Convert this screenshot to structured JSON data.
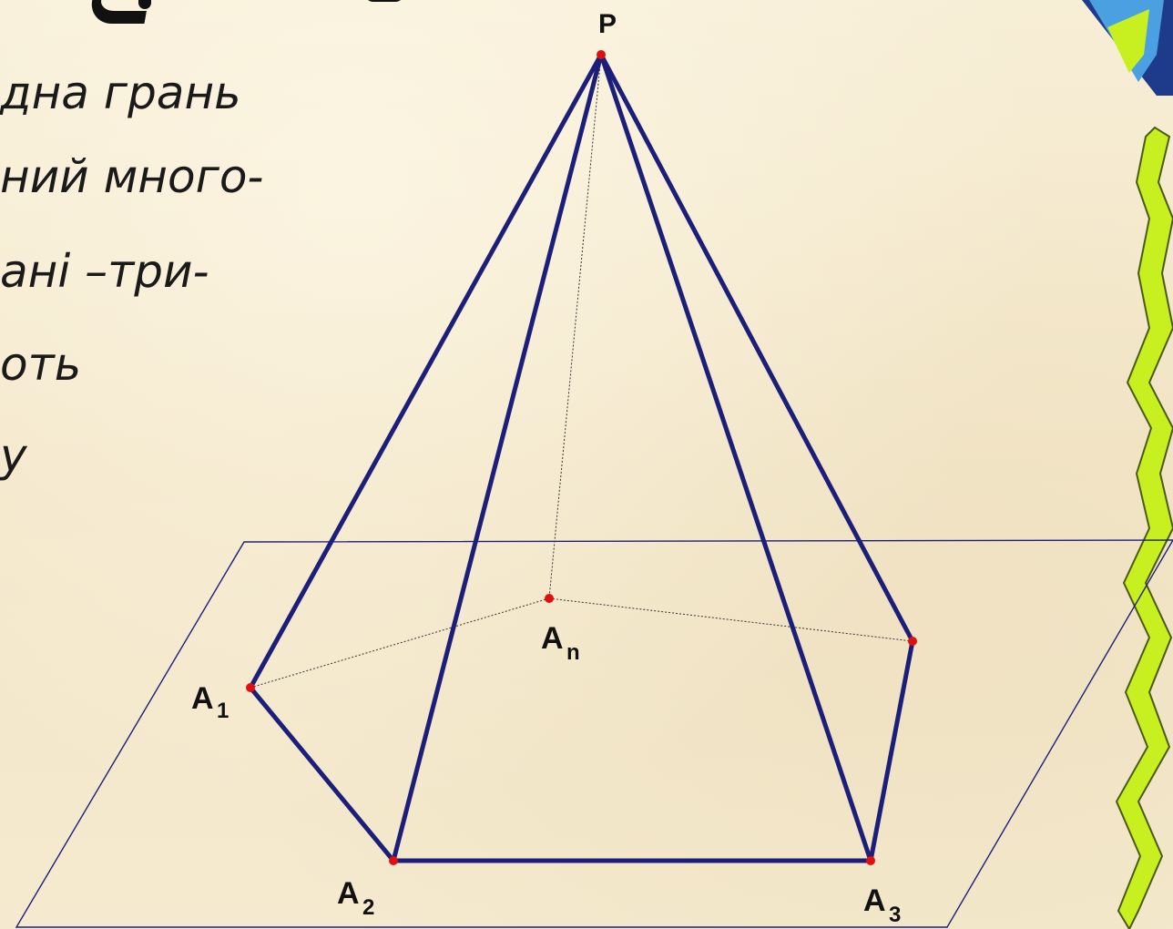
{
  "slide": {
    "text_lines": [
      "дна грань",
      "ний много-",
      "ані –три-",
      "оть",
      "у"
    ]
  },
  "diagram": {
    "labels": {
      "apex": "P",
      "a1_main": "A",
      "a1_sub": "1",
      "a2_main": "A",
      "a2_sub": "2",
      "a3_main": "A",
      "a3_sub": "3",
      "an_main": "A",
      "an_sub": "n"
    },
    "colors": {
      "edge": "#1c1f7a",
      "plane": "#1c1f7a",
      "vertex": "#e01010",
      "ribbon": "#c8f020",
      "ribbon_outline": "#4a5a10"
    }
  }
}
